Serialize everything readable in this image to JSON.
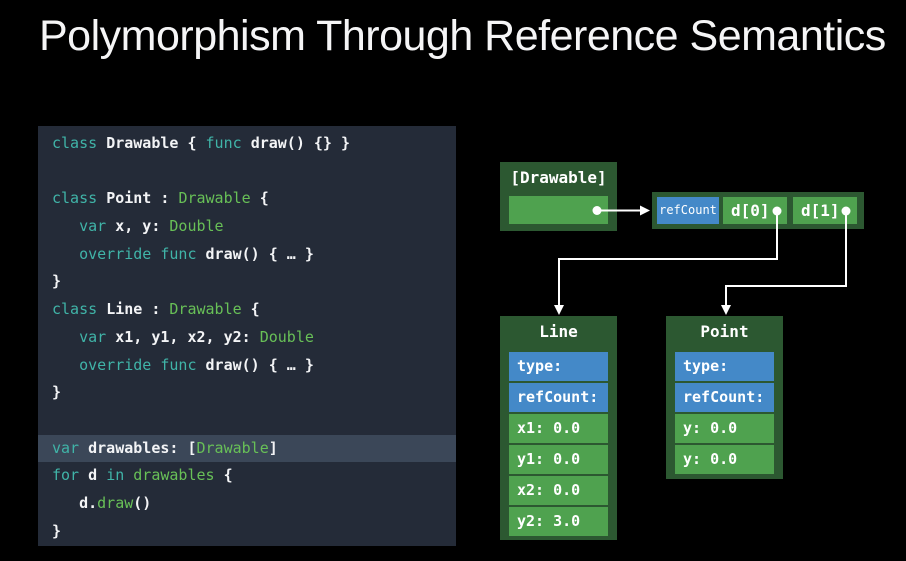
{
  "slide": {
    "title": "Polymorphism Through Reference Semantics"
  },
  "colors": {
    "code_bg": "#242b38",
    "code_highlight_bg": "#3b4758",
    "keyword": "#40b4a8",
    "type_green": "#68c057",
    "code_white": "#f3f4f6",
    "box_dark_green": "#2c5831",
    "cell_green": "#4fa24f",
    "cell_blue": "#4489c8",
    "arrow_white": "#ffffff"
  },
  "code": {
    "highlighted_line_index": 11,
    "lines": [
      [
        {
          "c": "k",
          "t": "class "
        },
        {
          "c": "w",
          "t": "Drawable { "
        },
        {
          "c": "k",
          "t": "func "
        },
        {
          "c": "w",
          "t": "draw() {} }"
        }
      ],
      [],
      [
        {
          "c": "k",
          "t": "class "
        },
        {
          "c": "w",
          "t": "Point : "
        },
        {
          "c": "g",
          "t": "Drawable"
        },
        {
          "c": "w",
          "t": " {"
        }
      ],
      [
        {
          "c": "k",
          "t": "   var "
        },
        {
          "c": "w",
          "t": "x, y: "
        },
        {
          "c": "g",
          "t": "Double"
        }
      ],
      [
        {
          "c": "k",
          "t": "   override func "
        },
        {
          "c": "w",
          "t": "draw() { … }"
        }
      ],
      [
        {
          "c": "w",
          "t": "}"
        }
      ],
      [
        {
          "c": "k",
          "t": "class "
        },
        {
          "c": "w",
          "t": "Line : "
        },
        {
          "c": "g",
          "t": "Drawable"
        },
        {
          "c": "w",
          "t": " {"
        }
      ],
      [
        {
          "c": "k",
          "t": "   var "
        },
        {
          "c": "w",
          "t": "x1, y1, x2, y2: "
        },
        {
          "c": "g",
          "t": "Double"
        }
      ],
      [
        {
          "c": "k",
          "t": "   override func "
        },
        {
          "c": "w",
          "t": "draw() { … }"
        }
      ],
      [
        {
          "c": "w",
          "t": "}"
        }
      ],
      [],
      [
        {
          "c": "k",
          "t": "var "
        },
        {
          "c": "w",
          "t": "drawables: ["
        },
        {
          "c": "g",
          "t": "Drawable"
        },
        {
          "c": "w",
          "t": "]"
        }
      ],
      [
        {
          "c": "k",
          "t": "for "
        },
        {
          "c": "w",
          "t": "d "
        },
        {
          "c": "k",
          "t": "in "
        },
        {
          "c": "g",
          "t": "drawables"
        },
        {
          "c": "w",
          "t": " {"
        }
      ],
      [
        {
          "c": "w",
          "t": "   d."
        },
        {
          "c": "g",
          "t": "draw"
        },
        {
          "c": "w",
          "t": "()"
        }
      ],
      [
        {
          "c": "w",
          "t": "}"
        }
      ]
    ]
  },
  "diagram": {
    "array_box": {
      "label": "[Drawable]"
    },
    "heap_row": {
      "cells": [
        {
          "label": "refCount",
          "color": "blue",
          "style": "small"
        },
        {
          "label": "d[0]",
          "color": "green",
          "style": "ptr"
        },
        {
          "label": "d[1]",
          "color": "green",
          "style": "ptr"
        }
      ]
    },
    "line_box": {
      "title": "Line",
      "rows": [
        {
          "label": "type:",
          "color": "blue"
        },
        {
          "label": "refCount:",
          "color": "blue"
        },
        {
          "label": "x1: 0.0",
          "color": "green"
        },
        {
          "label": "y1: 0.0",
          "color": "green"
        },
        {
          "label": "x2: 0.0",
          "color": "green"
        },
        {
          "label": "y2: 3.0",
          "color": "green"
        }
      ]
    },
    "point_box": {
      "title": "Point",
      "rows": [
        {
          "label": "type:",
          "color": "blue"
        },
        {
          "label": "refCount:",
          "color": "blue"
        },
        {
          "label": "y: 0.0",
          "color": "green"
        },
        {
          "label": "y: 0.0",
          "color": "green"
        }
      ]
    }
  }
}
